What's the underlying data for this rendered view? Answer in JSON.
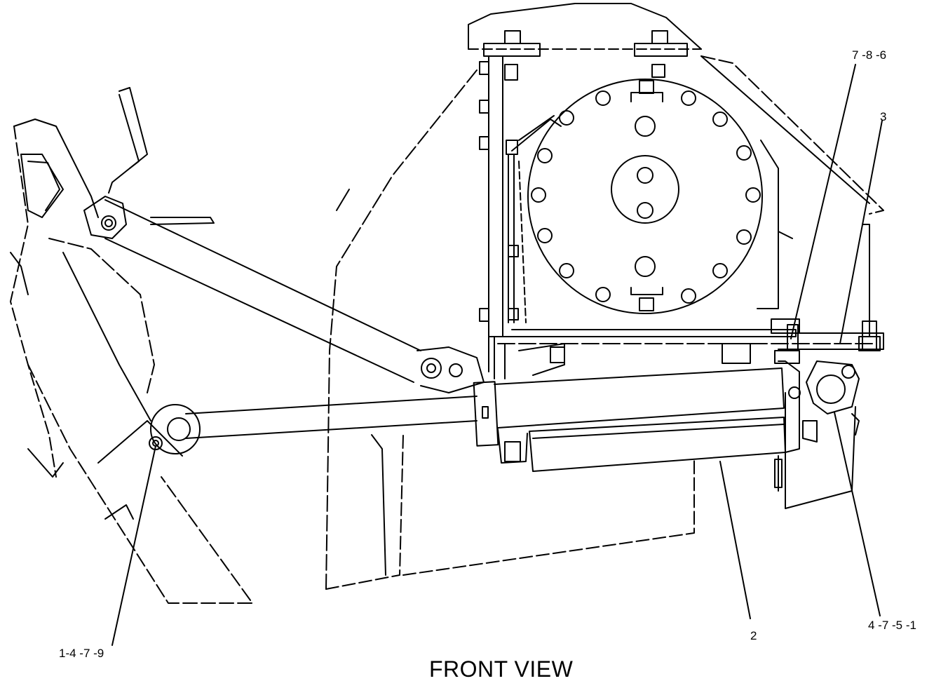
{
  "view_title": "FRONT VIEW",
  "callouts": [
    {
      "id": "c1",
      "label": "7 -8 -6"
    },
    {
      "id": "c2",
      "label": "3"
    },
    {
      "id": "c3",
      "label": "4 -7 -5 -1"
    },
    {
      "id": "c4",
      "label": "2"
    },
    {
      "id": "c5",
      "label": "1-4 -7 -9"
    }
  ],
  "colors": {
    "line": "#000000",
    "background": "#ffffff"
  }
}
